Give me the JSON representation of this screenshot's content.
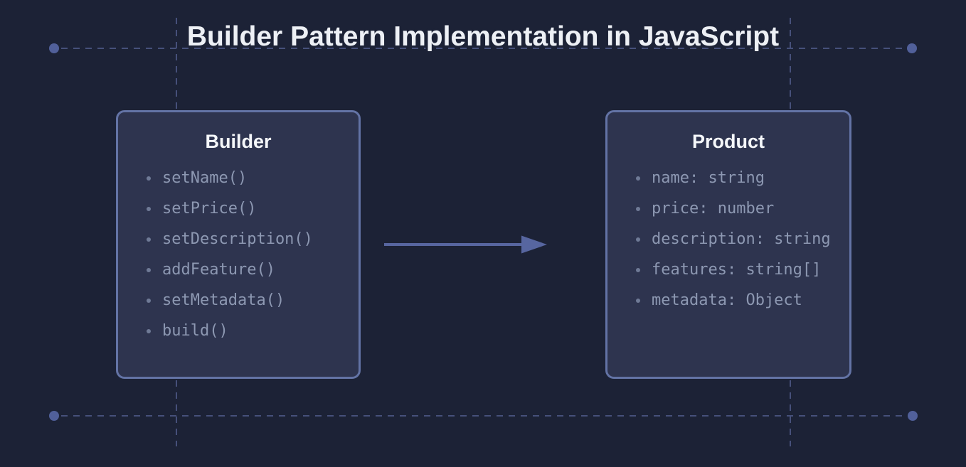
{
  "title": "Builder Pattern Implementation in JavaScript",
  "colors": {
    "background": "#1c2236",
    "box_fill": "#2e344f",
    "box_border": "#6373a5",
    "title_text": "#edf0f5",
    "member_text": "#8d98b2",
    "arrow": "#5766a0",
    "guide_dash": "#46507a",
    "guide_dot": "#51609a"
  },
  "boxes": [
    {
      "title": "Builder",
      "items": [
        "setName()",
        "setPrice()",
        "setDescription()",
        "addFeature()",
        "setMetadata()",
        "build()"
      ]
    },
    {
      "title": "Product",
      "items": [
        "name: string",
        "price: number",
        "description: string",
        "features: string[]",
        "metadata: Object"
      ]
    }
  ],
  "arrow": {
    "icon": "arrow-right-icon",
    "direction": "right"
  }
}
